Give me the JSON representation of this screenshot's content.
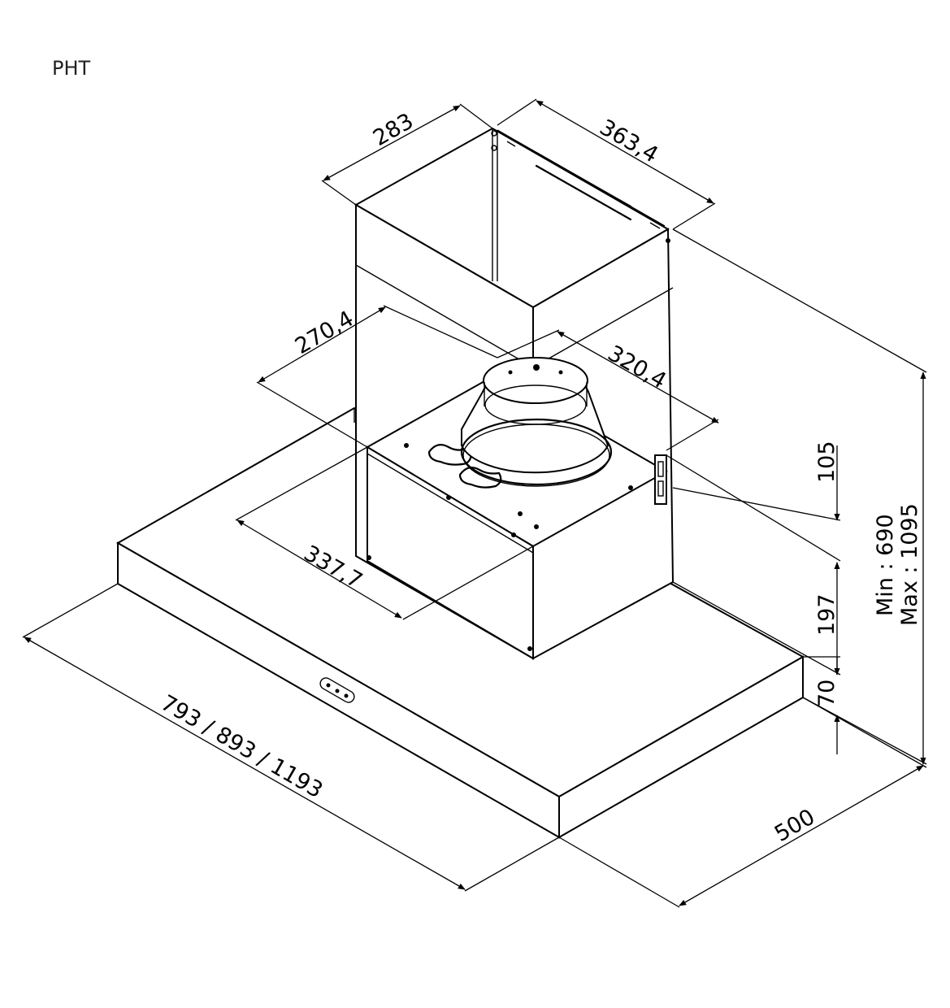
{
  "model": "PHT",
  "dimensions": {
    "chimney_depth": "283",
    "chimney_width": "363,4",
    "inner_depth": "270,4",
    "inner_width": "320,4",
    "motor_depth": "337,7",
    "overlap": "105",
    "motor_height": "197",
    "canopy_height": "70",
    "min_height": "Min : 690",
    "max_height": "Max : 1095",
    "hood_widths": "793 / 893 / 1193",
    "hood_depth": "500"
  }
}
